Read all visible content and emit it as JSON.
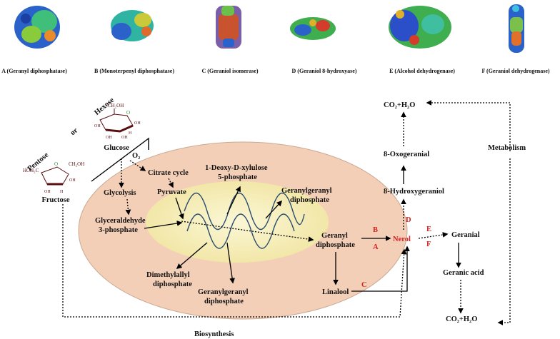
{
  "enzymes": [
    {
      "label": "A (Geranyl diphosphatase)"
    },
    {
      "label": "B (Monoterpenyl diphosphatase)"
    },
    {
      "label": "C (Geraniol isomerase)"
    },
    {
      "label": "D (Geraniol 8-hydroxyase)"
    },
    {
      "label": "E (Alcohol dehydrogenase)"
    },
    {
      "label": "F (Geraniol dehydrogenase)"
    }
  ],
  "sugars": {
    "header_words": [
      "Pentose",
      "or",
      "Hexose"
    ],
    "glucose": "Glucose",
    "fructose": "Fructose",
    "glucose_groups": {
      "ch2oh": "CH₂OH",
      "oh": "OH",
      "ring_o": "O",
      "h": "H"
    },
    "fructose_groups": {
      "hoh2c": "HOH₂C",
      "ch2oh": "CH₂OH",
      "oh": "OH",
      "ring_o": "O",
      "h": "H"
    }
  },
  "cell": {
    "o2": "O₂",
    "citrate_cycle": "Citrate cycle",
    "pyruvate": "Pyruvate",
    "glycolysis": "Glycolysis",
    "glyceraldehyde_1": "Glyceraldehyde",
    "glyceraldehyde_2": "3-phosphate",
    "dxp_1": "1-Deoxy-D-xylulose",
    "dxp_2": "5-phosphate",
    "ggpp_top_1": "Geranylgeranyl",
    "ggpp_top_2": "diphosphate",
    "dmapp_1": "Dimethylallyl",
    "dmapp_2": "diphosphate",
    "ggpp_bottom_1": "Geranylgeranyl",
    "ggpp_bottom_2": "diphosphate",
    "gpp_1": "Geranyl",
    "gpp_2": "diphosphate",
    "linalool": "Linalool"
  },
  "pathway": {
    "nerol": "Nerol",
    "hydroxygeraniol": "8-Hydroxygeraniol",
    "oxogeranial": "8-Oxogeranial",
    "co2_top": "CO₂+H₂O",
    "geranial": "Geranial",
    "geranic_acid": "Geranic acid",
    "co2_bottom": "CO₂+H₂O",
    "metabolism": "Metabolism",
    "biosynthesis": "Biosynthesis",
    "step_b": "B",
    "step_a": "A",
    "step_c": "C",
    "step_d": "D",
    "step_e": "E",
    "step_f": "F"
  },
  "colors": {
    "cell_fill": "#f4cfb8",
    "cell_stroke": "#c9a992",
    "core_fill": "#f5eebb",
    "wave": "#2b4d6e",
    "accent_red": "#d81e1e",
    "sugar_dark": "#5b0f12"
  }
}
